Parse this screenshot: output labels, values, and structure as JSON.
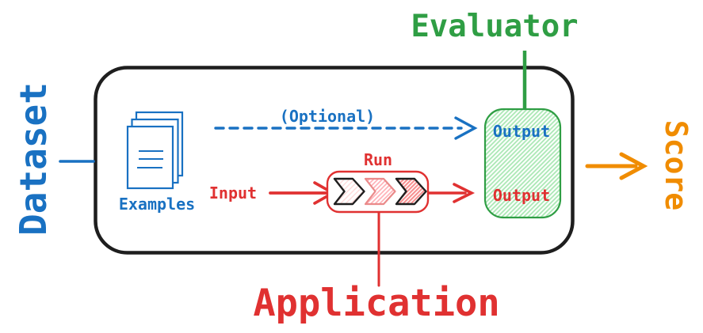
{
  "labels": {
    "dataset": "Dataset",
    "evaluator": "Evaluator",
    "score": "Score",
    "application": "Application",
    "examples": "Examples",
    "optional": "(Optional)",
    "input": "Input",
    "run": "Run",
    "output_reference": "Output",
    "output_run": "Output"
  },
  "colors": {
    "blue": "#1971c2",
    "red": "#e03131",
    "green": "#2f9e44",
    "orange": "#f08c00",
    "ink": "#1e1e1e",
    "red_soft": "#ea8a8a",
    "hatch_green": "#ace8b6",
    "hatch_pink_light": "#ffdcdc",
    "hatch_pink": "#ffb3ba",
    "hatch_red": "#f78f8f"
  },
  "icons": {
    "documents": "documents-stack-icon"
  }
}
